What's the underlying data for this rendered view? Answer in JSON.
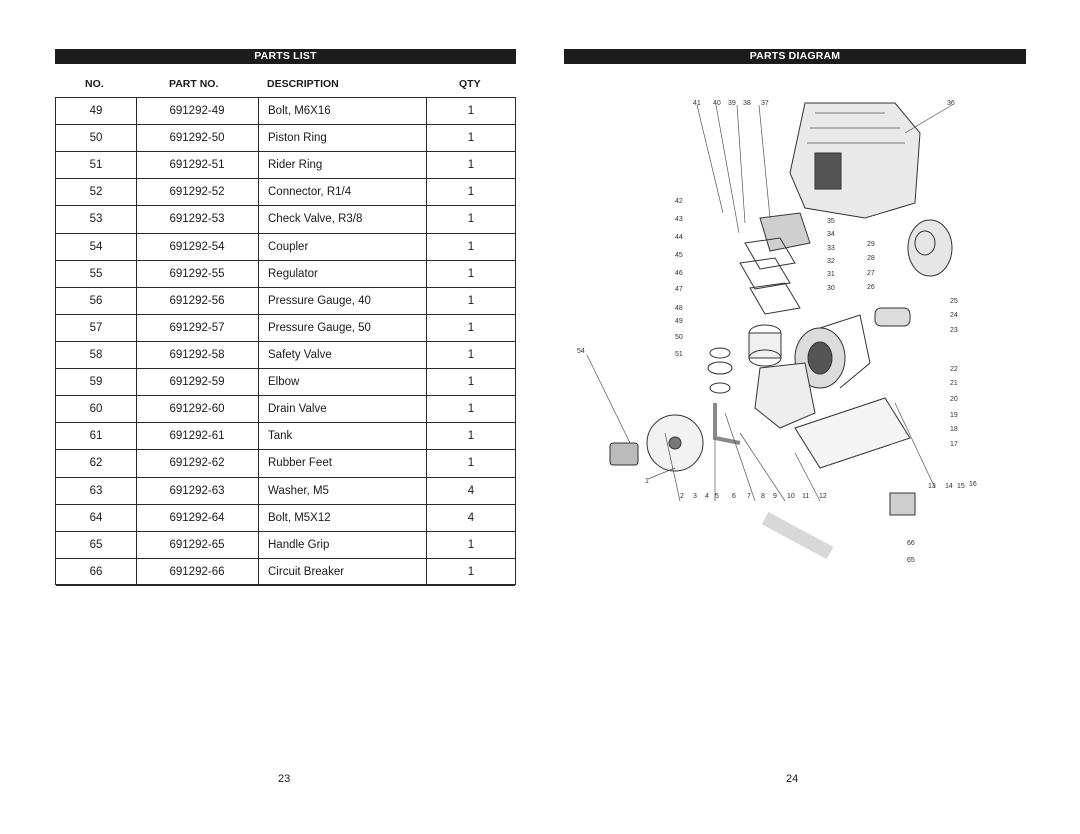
{
  "left_page": {
    "header": "PARTS LIST",
    "columns": {
      "no": "NO.",
      "part_no": "PART NO.",
      "description": "DESCRIPTION",
      "qty": "QTY"
    },
    "rows": [
      {
        "no": "49",
        "part_no": "691292-49",
        "description": "Bolt, M6X16",
        "qty": "1"
      },
      {
        "no": "50",
        "part_no": "691292-50",
        "description": "Piston Ring",
        "qty": "1"
      },
      {
        "no": "51",
        "part_no": "691292-51",
        "description": "Rider Ring",
        "qty": "1"
      },
      {
        "no": "52",
        "part_no": "691292-52",
        "description": "Connector, R1/4",
        "qty": "1"
      },
      {
        "no": "53",
        "part_no": "691292-53",
        "description": "Check Valve, R3/8",
        "qty": "1"
      },
      {
        "no": "54",
        "part_no": "691292-54",
        "description": "Coupler",
        "qty": "1"
      },
      {
        "no": "55",
        "part_no": "691292-55",
        "description": "Regulator",
        "qty": "1"
      },
      {
        "no": "56",
        "part_no": "691292-56",
        "description": "Pressure Gauge, 40",
        "qty": "1"
      },
      {
        "no": "57",
        "part_no": "691292-57",
        "description": "Pressure Gauge, 50",
        "qty": "1"
      },
      {
        "no": "58",
        "part_no": "691292-58",
        "description": "Safety Valve",
        "qty": "1"
      },
      {
        "no": "59",
        "part_no": "691292-59",
        "description": "Elbow",
        "qty": "1"
      },
      {
        "no": "60",
        "part_no": "691292-60",
        "description": "Drain Valve",
        "qty": "1"
      },
      {
        "no": "61",
        "part_no": "691292-61",
        "description": "Tank",
        "qty": "1"
      },
      {
        "no": "62",
        "part_no": "691292-62",
        "description": "Rubber Feet",
        "qty": "1"
      },
      {
        "no": "63",
        "part_no": "691292-63",
        "description": "Washer, M5",
        "qty": "4"
      },
      {
        "no": "64",
        "part_no": "691292-64",
        "description": "Bolt, M5X12",
        "qty": "4"
      },
      {
        "no": "65",
        "part_no": "691292-65",
        "description": "Handle Grip",
        "qty": "1"
      },
      {
        "no": "66",
        "part_no": "691292-66",
        "description": "Circuit Breaker",
        "qty": "1"
      }
    ],
    "page_number": "23"
  },
  "right_page": {
    "header": "PARTS DIAGRAM",
    "page_number": "24",
    "callouts": [
      "1",
      "2",
      "3",
      "4",
      "5",
      "6",
      "7",
      "8",
      "9",
      "10",
      "11",
      "12",
      "13",
      "14",
      "15",
      "16",
      "17",
      "18",
      "19",
      "20",
      "21",
      "22",
      "23",
      "24",
      "25",
      "26",
      "27",
      "28",
      "29",
      "30",
      "31",
      "32",
      "33",
      "34",
      "35",
      "36",
      "37",
      "38",
      "39",
      "40",
      "41",
      "42",
      "43",
      "44",
      "45",
      "46",
      "47",
      "48",
      "49",
      "50",
      "51",
      "54",
      "65",
      "66"
    ]
  }
}
